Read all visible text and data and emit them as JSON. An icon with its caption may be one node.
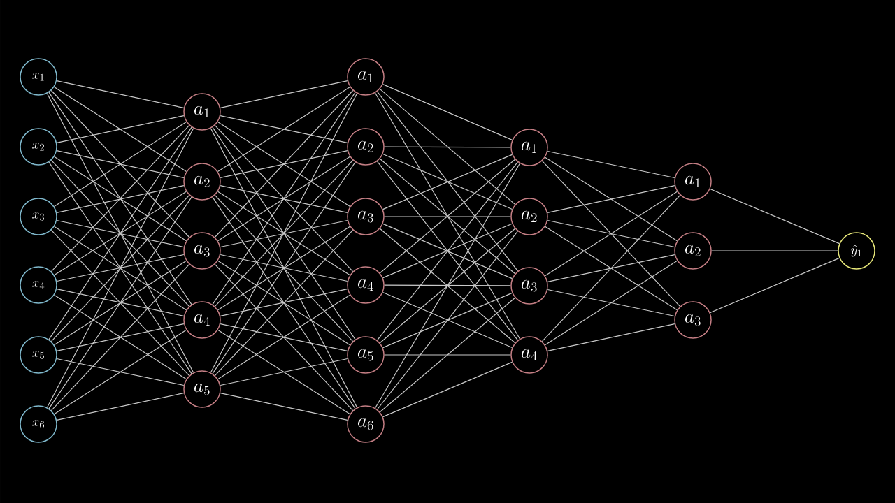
{
  "diagram": {
    "nodes": [
      {
        "text": [
          "x_1"
        ]
      },
      {
        "text": [
          "x_2"
        ]
      },
      {
        "text": [
          "x_3"
        ]
      },
      {
        "text": [
          "x_4"
        ]
      },
      {
        "text": [
          "x_5"
        ]
      },
      {
        "text": [
          "x_6"
        ]
      },
      {
        "text": [
          "a_1"
        ]
      },
      {
        "text": [
          "a_2"
        ]
      },
      {
        "text": [
          "a_3"
        ]
      },
      {
        "text": [
          "a_4"
        ]
      },
      {
        "text": [
          "a_5"
        ]
      },
      {
        "text": [
          "a_1"
        ]
      },
      {
        "text": [
          "a_2"
        ]
      },
      {
        "text": [
          "a_3"
        ]
      },
      {
        "text": [
          "a_4"
        ]
      },
      {
        "text": [
          "a_5"
        ]
      },
      {
        "text": [
          "a_6"
        ]
      },
      {
        "text": [
          "a_1"
        ]
      },
      {
        "text": [
          "a_2"
        ]
      },
      {
        "text": [
          "a_3"
        ]
      },
      {
        "text": [
          "a_4"
        ]
      },
      {
        "text": [
          "a_1"
        ]
      },
      {
        "text": [
          "a_2"
        ]
      },
      {
        "text": [
          "a_3"
        ]
      },
      {
        "text": [
          "\\hat{y}_1"
        ]
      }
    ],
    "edges": [
      {
        "from": 0,
        "to": 6,
        "arrow": "none"
      },
      {
        "from": 0,
        "to": 7,
        "arrow": "none"
      },
      {
        "from": 0,
        "to": 8,
        "arrow": "none"
      },
      {
        "from": 0,
        "to": 9,
        "arrow": "none"
      },
      {
        "from": 0,
        "to": 10,
        "arrow": "none"
      },
      {
        "from": 1,
        "to": 6,
        "arrow": "none"
      },
      {
        "from": 1,
        "to": 7,
        "arrow": "none"
      },
      {
        "from": 1,
        "to": 8,
        "arrow": "none"
      },
      {
        "from": 1,
        "to": 9,
        "arrow": "none"
      },
      {
        "from": 1,
        "to": 10,
        "arrow": "none"
      },
      {
        "from": 2,
        "to": 6,
        "arrow": "none"
      },
      {
        "from": 2,
        "to": 7,
        "arrow": "none"
      },
      {
        "from": 2,
        "to": 8,
        "arrow": "none"
      },
      {
        "from": 2,
        "to": 9,
        "arrow": "none"
      },
      {
        "from": 2,
        "to": 10,
        "arrow": "none"
      },
      {
        "from": 3,
        "to": 6,
        "arrow": "none"
      },
      {
        "from": 3,
        "to": 7,
        "arrow": "none"
      },
      {
        "from": 3,
        "to": 8,
        "arrow": "none"
      },
      {
        "from": 3,
        "to": 9,
        "arrow": "none"
      },
      {
        "from": 3,
        "to": 10,
        "arrow": "none"
      },
      {
        "from": 4,
        "to": 6,
        "arrow": "none"
      },
      {
        "from": 4,
        "to": 7,
        "arrow": "none"
      },
      {
        "from": 4,
        "to": 8,
        "arrow": "none"
      },
      {
        "from": 4,
        "to": 9,
        "arrow": "none"
      },
      {
        "from": 4,
        "to": 10,
        "arrow": "none"
      },
      {
        "from": 5,
        "to": 6,
        "arrow": "none"
      },
      {
        "from": 5,
        "to": 7,
        "arrow": "none"
      },
      {
        "from": 5,
        "to": 8,
        "arrow": "none"
      },
      {
        "from": 5,
        "to": 9,
        "arrow": "none"
      },
      {
        "from": 5,
        "to": 10,
        "arrow": "none"
      },
      {
        "from": 6,
        "to": 11,
        "arrow": "none"
      },
      {
        "from": 6,
        "to": 12,
        "arrow": "none"
      },
      {
        "from": 6,
        "to": 13,
        "arrow": "none"
      },
      {
        "from": 6,
        "to": 14,
        "arrow": "none"
      },
      {
        "from": 6,
        "to": 15,
        "arrow": "none"
      },
      {
        "from": 6,
        "to": 16,
        "arrow": "none"
      },
      {
        "from": 7,
        "to": 11,
        "arrow": "none"
      },
      {
        "from": 7,
        "to": 12,
        "arrow": "none"
      },
      {
        "from": 7,
        "to": 13,
        "arrow": "none"
      },
      {
        "from": 7,
        "to": 14,
        "arrow": "none"
      },
      {
        "from": 7,
        "to": 15,
        "arrow": "none"
      },
      {
        "from": 7,
        "to": 16,
        "arrow": "none"
      },
      {
        "from": 8,
        "to": 11,
        "arrow": "none"
      },
      {
        "from": 8,
        "to": 12,
        "arrow": "none"
      },
      {
        "from": 8,
        "to": 13,
        "arrow": "none"
      },
      {
        "from": 8,
        "to": 14,
        "arrow": "none"
      },
      {
        "from": 8,
        "to": 15,
        "arrow": "none"
      },
      {
        "from": 8,
        "to": 16,
        "arrow": "none"
      },
      {
        "from": 9,
        "to": 11,
        "arrow": "none"
      },
      {
        "from": 9,
        "to": 12,
        "arrow": "none"
      },
      {
        "from": 9,
        "to": 13,
        "arrow": "none"
      },
      {
        "from": 9,
        "to": 14,
        "arrow": "none"
      },
      {
        "from": 9,
        "to": 15,
        "arrow": "none"
      },
      {
        "from": 9,
        "to": 16,
        "arrow": "none"
      },
      {
        "from": 10,
        "to": 11,
        "arrow": "none"
      },
      {
        "from": 10,
        "to": 12,
        "arrow": "none"
      },
      {
        "from": 10,
        "to": 13,
        "arrow": "none"
      },
      {
        "from": 10,
        "to": 14,
        "arrow": "none"
      },
      {
        "from": 10,
        "to": 15,
        "arrow": "none"
      },
      {
        "from": 10,
        "to": 16,
        "arrow": "none"
      },
      {
        "from": 11,
        "to": 17,
        "arrow": "none"
      },
      {
        "from": 11,
        "to": 18,
        "arrow": "none"
      },
      {
        "from": 11,
        "to": 19,
        "arrow": "none"
      },
      {
        "from": 11,
        "to": 20,
        "arrow": "none"
      },
      {
        "from": 12,
        "to": 17,
        "arrow": "none"
      },
      {
        "from": 12,
        "to": 18,
        "arrow": "none"
      },
      {
        "from": 12,
        "to": 19,
        "arrow": "none"
      },
      {
        "from": 12,
        "to": 20,
        "arrow": "none"
      },
      {
        "from": 13,
        "to": 17,
        "arrow": "none"
      },
      {
        "from": 13,
        "to": 18,
        "arrow": "none"
      },
      {
        "from": 13,
        "to": 19,
        "arrow": "none"
      },
      {
        "from": 13,
        "to": 20,
        "arrow": "none"
      },
      {
        "from": 14,
        "to": 17,
        "arrow": "none"
      },
      {
        "from": 14,
        "to": 18,
        "arrow": "none"
      },
      {
        "from": 14,
        "to": 19,
        "arrow": "none"
      },
      {
        "from": 14,
        "to": 20,
        "arrow": "none"
      },
      {
        "from": 15,
        "to": 17,
        "arrow": "none"
      },
      {
        "from": 15,
        "to": 18,
        "arrow": "none"
      },
      {
        "from": 15,
        "to": 19,
        "arrow": "none"
      },
      {
        "from": 15,
        "to": 20,
        "arrow": "none"
      },
      {
        "from": 16,
        "to": 17,
        "arrow": "none"
      },
      {
        "from": 16,
        "to": 18,
        "arrow": "none"
      },
      {
        "from": 16,
        "to": 19,
        "arrow": "none"
      },
      {
        "from": 16,
        "to": 20,
        "arrow": "none"
      },
      {
        "from": 17,
        "to": 21,
        "arrow": "none"
      },
      {
        "from": 17,
        "to": 22,
        "arrow": "none"
      },
      {
        "from": 17,
        "to": 23,
        "arrow": "none"
      },
      {
        "from": 18,
        "to": 21,
        "arrow": "none"
      },
      {
        "from": 18,
        "to": 22,
        "arrow": "none"
      },
      {
        "from": 18,
        "to": 23,
        "arrow": "none"
      },
      {
        "from": 19,
        "to": 21,
        "arrow": "none"
      },
      {
        "from": 19,
        "to": 22,
        "arrow": "none"
      },
      {
        "from": 19,
        "to": 23,
        "arrow": "none"
      },
      {
        "from": 20,
        "to": 21,
        "arrow": "none"
      },
      {
        "from": 20,
        "to": 22,
        "arrow": "none"
      },
      {
        "from": 20,
        "to": 23,
        "arrow": "none"
      },
      {
        "from": 21,
        "to": 24,
        "arrow": "none"
      },
      {
        "from": 22,
        "to": 24,
        "arrow": "none"
      },
      {
        "from": 23,
        "to": 24,
        "arrow": "none"
      }
    ]
  }
}
